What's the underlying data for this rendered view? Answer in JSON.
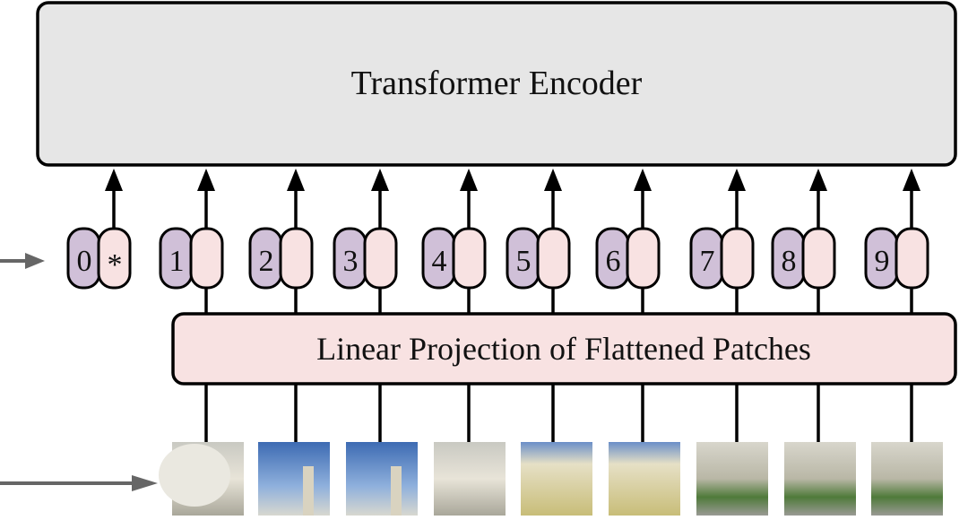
{
  "encoder": {
    "label": "Transformer Encoder"
  },
  "projection": {
    "label": "Linear Projection of Flattened Patches"
  },
  "tokens": [
    {
      "index": "0",
      "embedding": "*"
    },
    {
      "index": "1",
      "embedding": ""
    },
    {
      "index": "2",
      "embedding": ""
    },
    {
      "index": "3",
      "embedding": ""
    },
    {
      "index": "4",
      "embedding": ""
    },
    {
      "index": "5",
      "embedding": ""
    },
    {
      "index": "6",
      "embedding": ""
    },
    {
      "index": "7",
      "embedding": ""
    },
    {
      "index": "8",
      "embedding": ""
    },
    {
      "index": "9",
      "embedding": ""
    }
  ],
  "patch_count": 9,
  "colors": {
    "encoder_fill": "#e6e6e6",
    "position_fill": "#d0c0d8",
    "embedding_fill": "#f8e2e2",
    "projection_fill": "#f8e2e2",
    "side_arrow": "#666666"
  }
}
